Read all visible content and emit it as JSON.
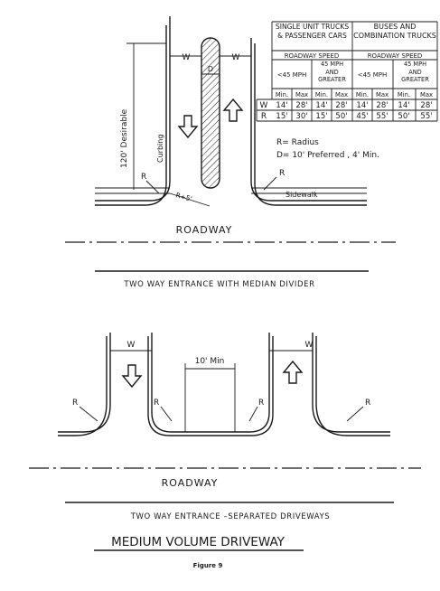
{
  "table": {
    "group_headers": [
      "SINGLE UNIT TRUCKS & PASSENGER CARS",
      "BUSES AND COMBINATION TRUCKS"
    ],
    "speed_header": "ROADWAY SPEED",
    "speed_low": "<45 MPH",
    "speed_high": "45 MPH AND GREATER",
    "col_min": "Min.",
    "col_max": "Max",
    "rows": [
      {
        "label": "W",
        "values": [
          "14'",
          "28'",
          "14'",
          "28'",
          "14'",
          "28'",
          "14'",
          "28'"
        ]
      },
      {
        "label": "R",
        "values": [
          "15'",
          "30'",
          "15'",
          "50'",
          "45'",
          "55'",
          "50'",
          "55'"
        ]
      }
    ]
  },
  "notes": {
    "radius": "R= Radius",
    "d_note": "D= 10' Preferred , 4' Min."
  },
  "top_diagram": {
    "w_label": "W",
    "d_label": "D",
    "desirable": "120' Desirable",
    "curbing": "Curbing",
    "r_label": "R",
    "r_offset": "R+5'",
    "sidewalk": "Sidewalk",
    "roadway": "ROADWAY",
    "caption": "TWO WAY ENTRANCE WITH MEDIAN DIVIDER"
  },
  "bottom_diagram": {
    "w_label": "W",
    "min_label": "10' Min",
    "r_label": "R",
    "roadway": "ROADWAY",
    "caption": "TWO WAY ENTRANCE –SEPARATED DRIVEWAYS"
  },
  "title": "MEDIUM VOLUME DRIVEWAY",
  "figure_label": "Figure 9"
}
